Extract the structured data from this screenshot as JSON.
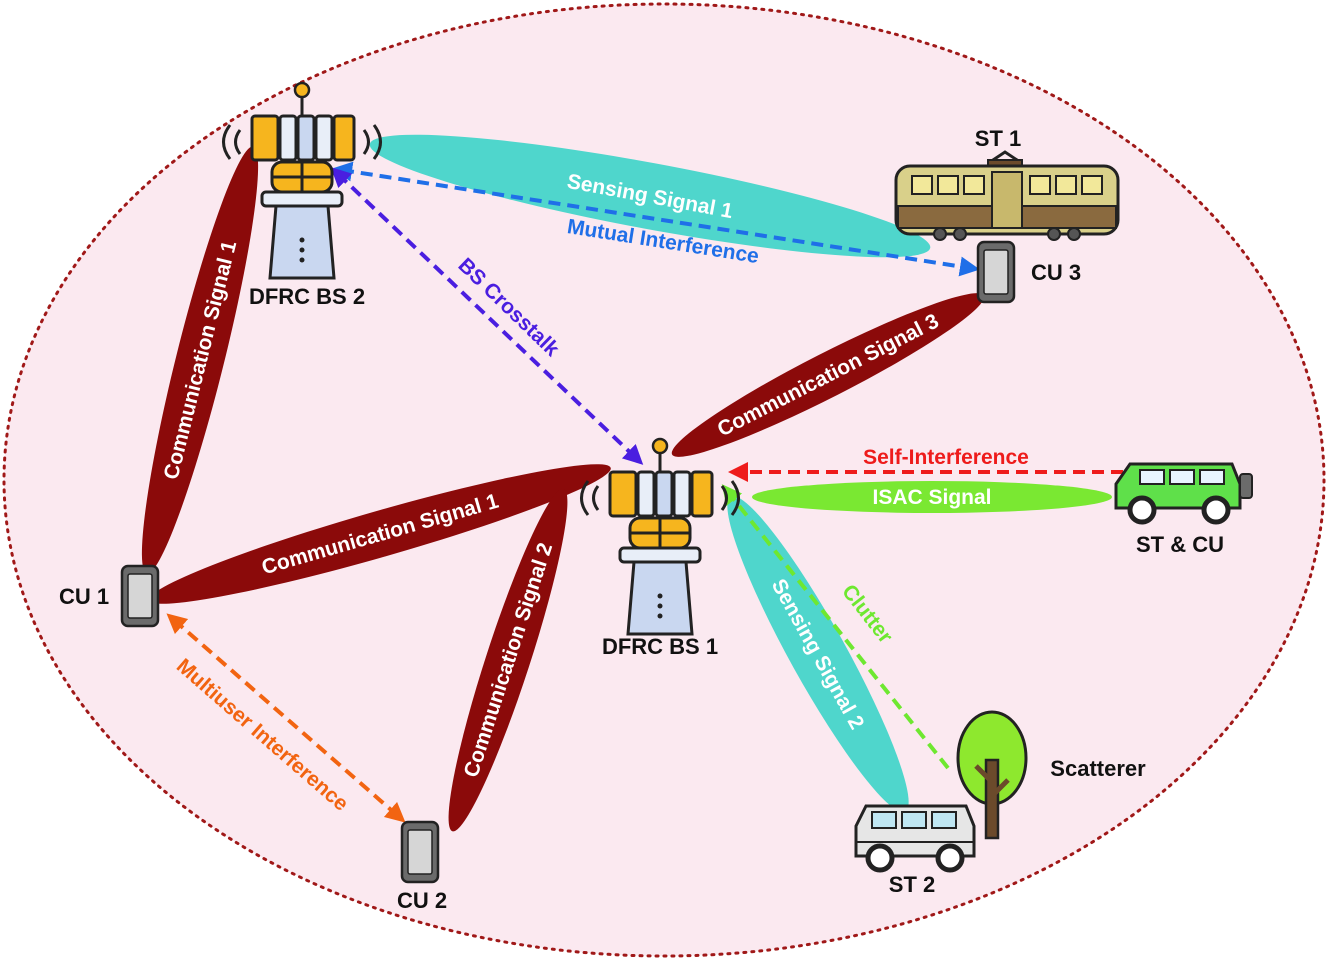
{
  "colors": {
    "region_fill": "#fbe9f0",
    "region_border": "#a01818",
    "comm_beam": "#8b0a0a",
    "sensing_beam": "#4fd6cc",
    "isac_beam": "#7ae832",
    "mutual_interference": "#1f6fe8",
    "bs_crosstalk": "#4a1ee0",
    "self_interference": "#ee1b1b",
    "clutter": "#6ee830",
    "multiuser_interference": "#f26411"
  },
  "nodes": {
    "bs1": {
      "label": "DFRC BS 1",
      "icon": "base-station-icon"
    },
    "bs2": {
      "label": "DFRC BS 2",
      "icon": "base-station-icon"
    },
    "cu1": {
      "label": "CU 1",
      "icon": "smartphone-icon"
    },
    "cu2": {
      "label": "CU 2",
      "icon": "smartphone-icon"
    },
    "cu3": {
      "label": "CU 3",
      "icon": "smartphone-icon"
    },
    "st1": {
      "label": "ST 1",
      "icon": "tram-icon"
    },
    "st2": {
      "label": "ST 2",
      "icon": "van-icon"
    },
    "st_cu": {
      "label": "ST & CU",
      "icon": "suv-icon"
    },
    "scatterer": {
      "label": "Scatterer",
      "icon": "tree-icon"
    }
  },
  "beams": {
    "comm_bs2_cu1": "Communication Signal 1",
    "comm_bs1_cu1": "Communication Signal 1",
    "comm_bs1_cu2": "Communication Signal 2",
    "comm_bs1_cu3": "Communication Signal 3",
    "sensing_1": "Sensing Signal 1",
    "sensing_2": "Sensing Signal 2",
    "isac": "ISAC Signal"
  },
  "interference": {
    "mutual": "Mutual Interference",
    "crosstalk": "BS Crosstalk",
    "self": "Self-Interference",
    "clutter": "Clutter",
    "multiuser": "Multiuser Interference"
  }
}
